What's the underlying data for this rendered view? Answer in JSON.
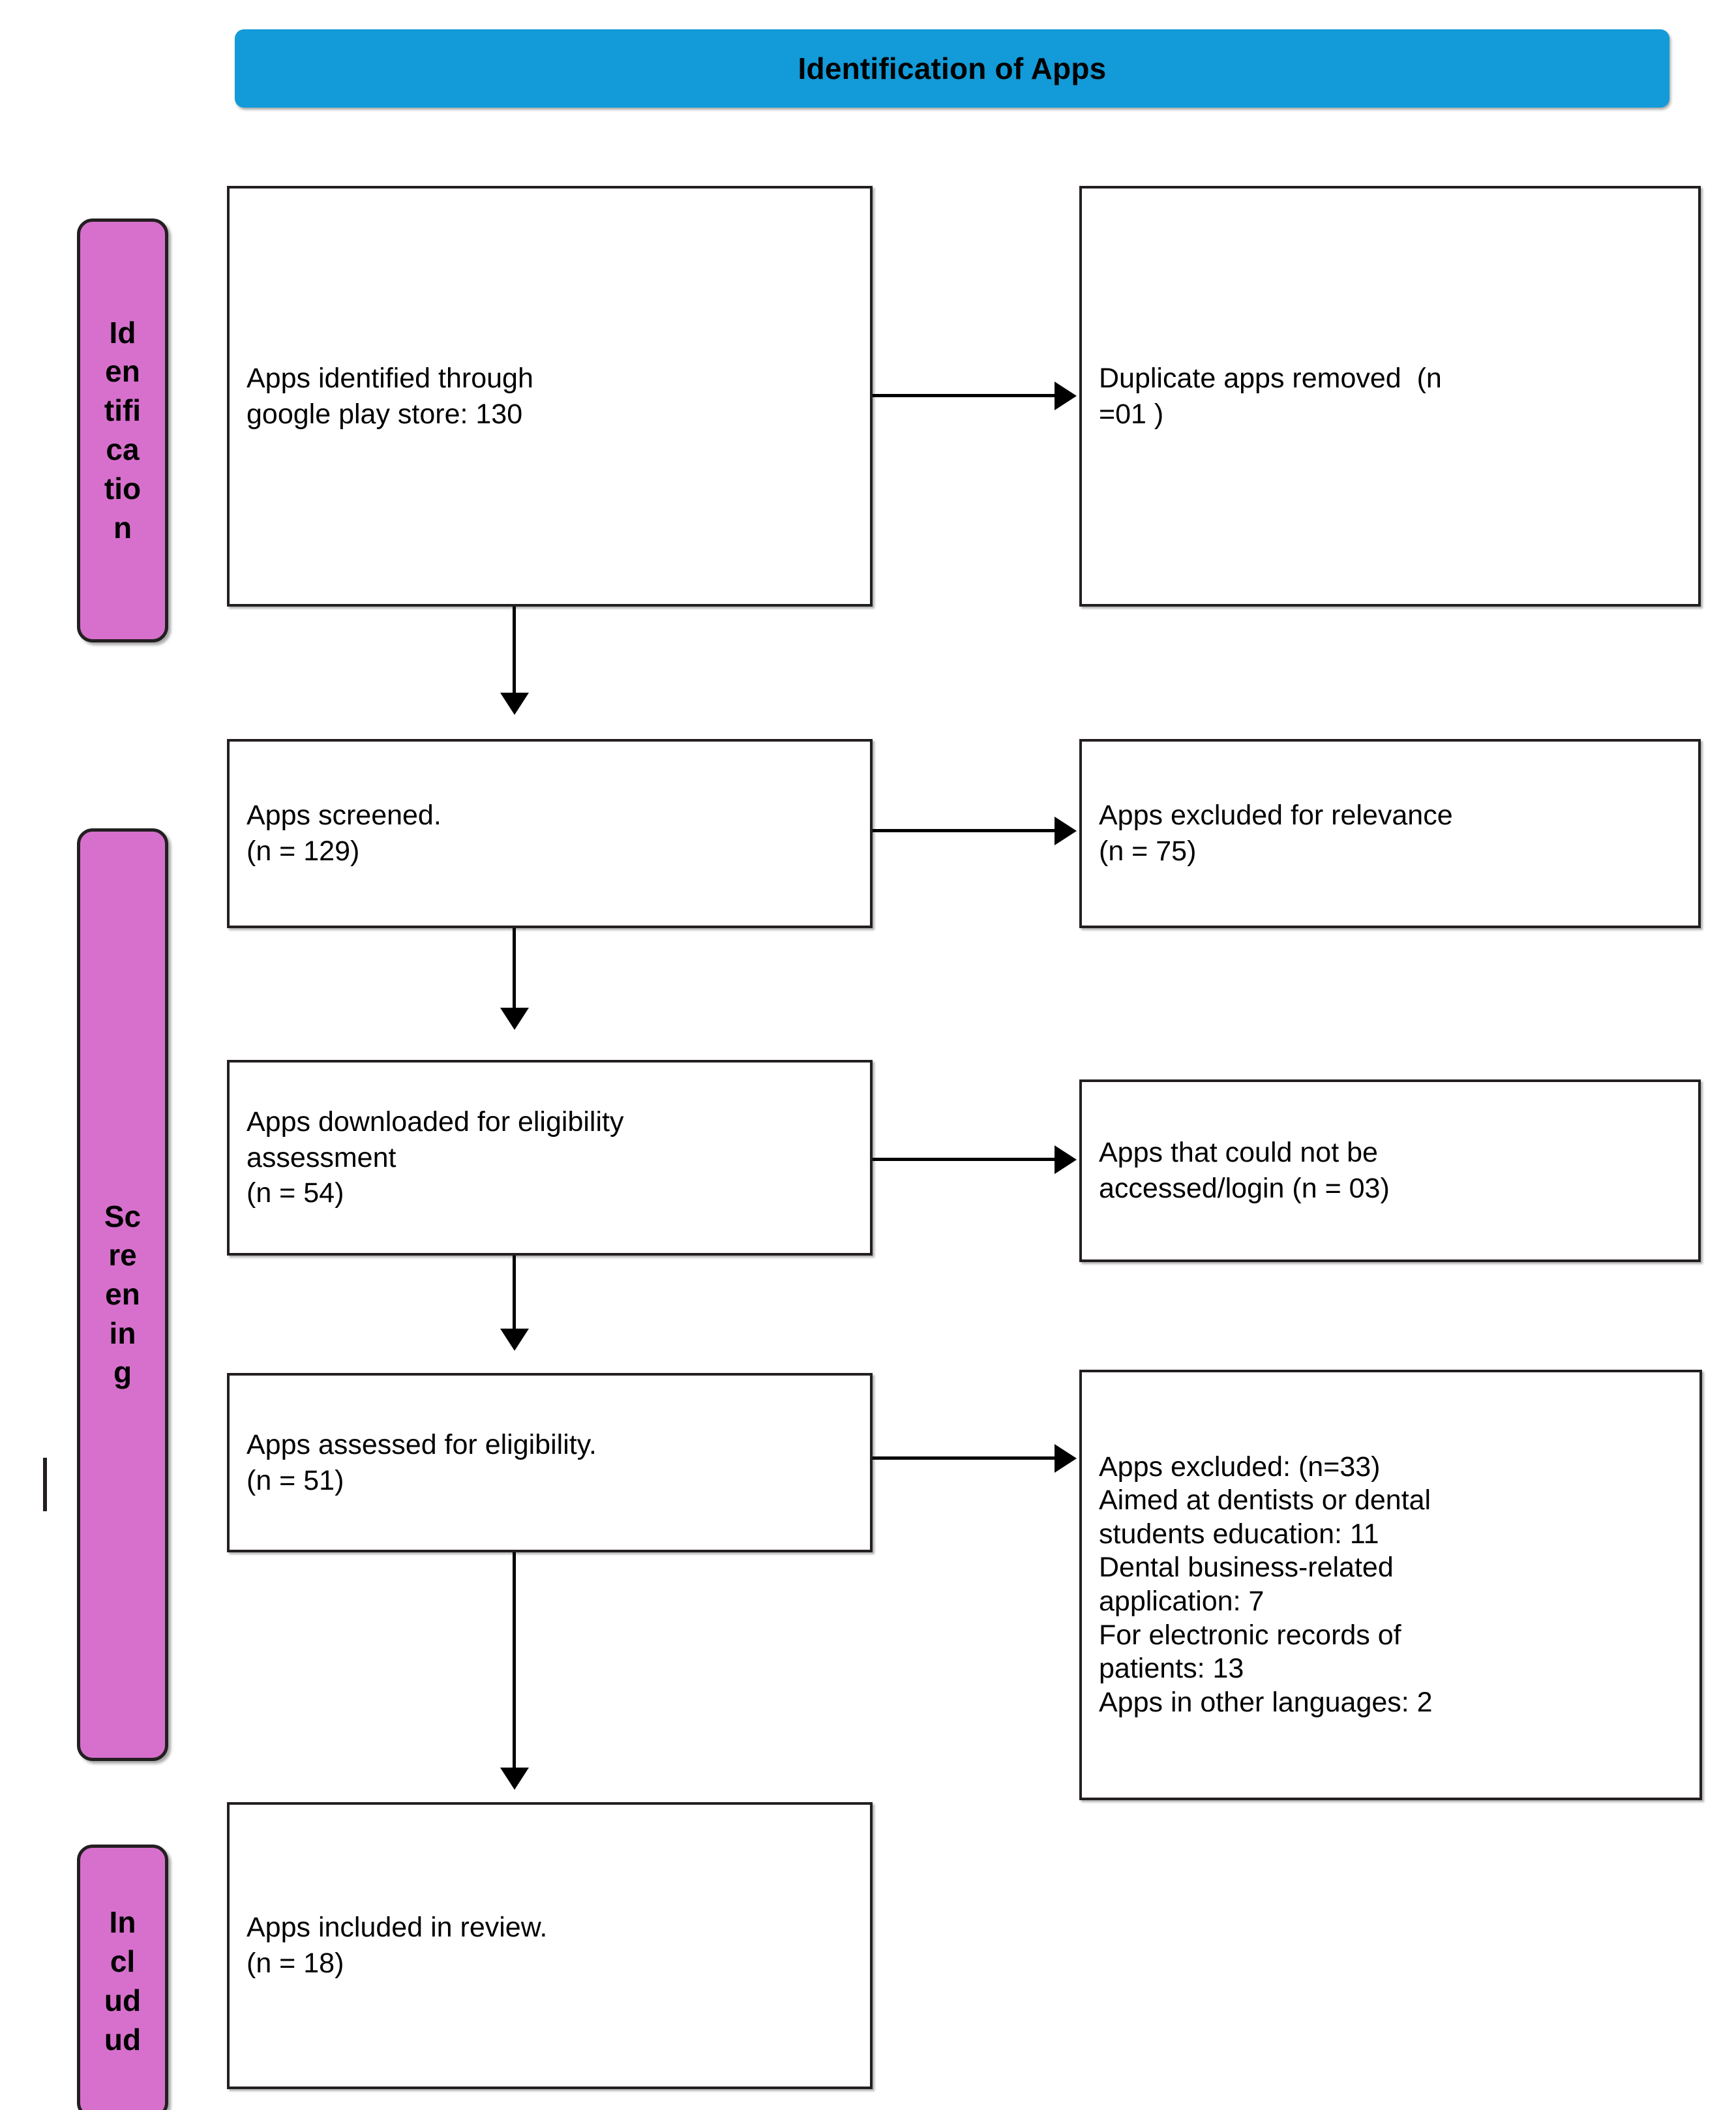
{
  "banner": {
    "title": "Identification of Apps",
    "color": "#129bd8"
  },
  "stage_labels": {
    "color": "#d770cc",
    "identification": "Identification",
    "screening": "Screening",
    "included": "Includud"
  },
  "boxes": {
    "identified": "Apps identified through\ngoogle play store: 130",
    "duplicates": "Duplicate apps removed  (n\n=01 )",
    "screened": "Apps screened.\n(n = 129)",
    "excluded_relevance": "Apps excluded for relevance\n(n = 75)",
    "downloaded": "Apps downloaded for eligibility\nassessment\n(n = 54)",
    "no_access": "Apps that could not be\naccessed/login (n = 03)",
    "assessed": "Apps assessed for eligibility.\n(n = 51)",
    "excluded_detail": "Apps excluded: (n=33)\nAimed at dentists or dental\nstudents education: 11\nDental business-related\napplication: 7\nFor electronic records of\npatients: 13\nApps in other languages: 2",
    "included": "Apps included in review.\n(n = 18)"
  },
  "chart_data": {
    "type": "flowchart",
    "title": "Identification of Apps",
    "stages": [
      "Identification",
      "Screening",
      "Included"
    ],
    "nodes": [
      {
        "id": "identified",
        "stage": "Identification",
        "label": "Apps identified through google play store",
        "n": 130
      },
      {
        "id": "duplicates",
        "stage": "Identification",
        "label": "Duplicate apps removed",
        "n": 1,
        "kind": "exclusion"
      },
      {
        "id": "screened",
        "stage": "Screening",
        "label": "Apps screened.",
        "n": 129
      },
      {
        "id": "excluded_relevance",
        "stage": "Screening",
        "label": "Apps excluded for relevance",
        "n": 75,
        "kind": "exclusion"
      },
      {
        "id": "downloaded",
        "stage": "Screening",
        "label": "Apps downloaded for eligibility assessment",
        "n": 54
      },
      {
        "id": "no_access",
        "stage": "Screening",
        "label": "Apps that could not be accessed/login",
        "n": 3,
        "kind": "exclusion"
      },
      {
        "id": "assessed",
        "stage": "Screening",
        "label": "Apps assessed for eligibility.",
        "n": 51
      },
      {
        "id": "excluded_detail",
        "stage": "Screening",
        "label": "Apps excluded",
        "n": 33,
        "kind": "exclusion",
        "reasons": [
          {
            "reason": "Aimed at dentists or dental students education",
            "n": 11
          },
          {
            "reason": "Dental business-related application",
            "n": 7
          },
          {
            "reason": "For electronic records of patients",
            "n": 13
          },
          {
            "reason": "Apps in other languages",
            "n": 2
          }
        ]
      },
      {
        "id": "included",
        "stage": "Included",
        "label": "Apps included in review.",
        "n": 18
      }
    ],
    "edges": [
      {
        "from": "identified",
        "to": "duplicates",
        "direction": "right"
      },
      {
        "from": "identified",
        "to": "screened",
        "direction": "down"
      },
      {
        "from": "screened",
        "to": "excluded_relevance",
        "direction": "right"
      },
      {
        "from": "screened",
        "to": "downloaded",
        "direction": "down"
      },
      {
        "from": "downloaded",
        "to": "no_access",
        "direction": "right"
      },
      {
        "from": "downloaded",
        "to": "assessed",
        "direction": "down"
      },
      {
        "from": "assessed",
        "to": "excluded_detail",
        "direction": "right"
      },
      {
        "from": "assessed",
        "to": "included",
        "direction": "down"
      }
    ]
  }
}
